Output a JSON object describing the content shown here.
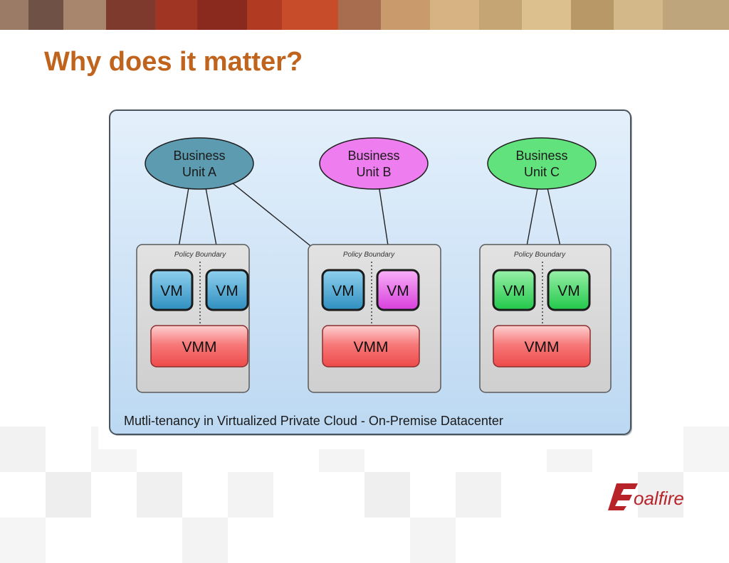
{
  "slide": {
    "title": "Why does it matter?"
  },
  "diagram": {
    "caption": "Mutli-tenancy in Virtualized Private Cloud - On-Premise Datacenter",
    "business_units": [
      {
        "line1": "Business",
        "line2": "Unit A",
        "color": "#5d9bb0"
      },
      {
        "line1": "Business",
        "line2": "Unit B",
        "color": "#ee7ef0"
      },
      {
        "line1": "Business",
        "line2": "Unit C",
        "color": "#62e27c"
      }
    ],
    "groups": [
      {
        "policy_label": "Policy Boundary",
        "vms": [
          "VM",
          "VM"
        ],
        "vmm": "VMM"
      },
      {
        "policy_label": "Policy Boundary",
        "vms": [
          "VM",
          "VM"
        ],
        "vmm": "VMM"
      },
      {
        "policy_label": "Policy Boundary",
        "vms": [
          "VM",
          "VM"
        ],
        "vmm": "VMM"
      }
    ]
  },
  "logo": {
    "text": "oalfire",
    "accent_color": "#b8232a"
  },
  "colors": {
    "title": "#c0631c",
    "panel_bg": "#cde3f6",
    "vm_blue": "#4aa3cf",
    "vm_pink": "#e35be6",
    "vm_green": "#33d85a",
    "vmm_red": "#f26060"
  }
}
